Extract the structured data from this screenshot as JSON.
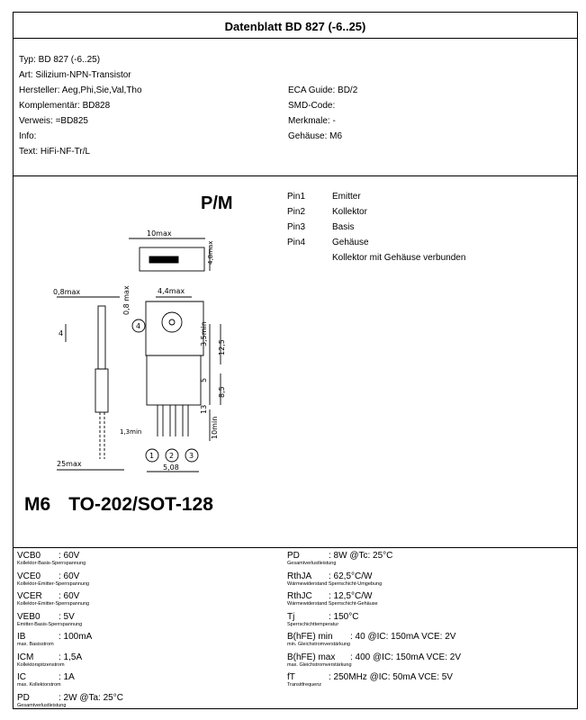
{
  "header": {
    "title": "Datenblatt BD 827 (-6..25)"
  },
  "info_left": [
    "Typ: BD 827 (-6..25)",
    "Art: Silizium-NPN-Transistor",
    "Hersteller:  Aeg,Phi,Sie,Val,Tho",
    "Komplementär:  BD828",
    "Verweis:  =BD825",
    "Info:",
    "Text:  HiFi-NF-Tr/L"
  ],
  "info_right": [
    "ECA Guide:  BD/2",
    "SMD-Code:",
    "Merkmale:  -",
    "Gehäuse:  M6"
  ],
  "pin_title": "P/M",
  "pins": [
    {
      "pin": "Pin1",
      "desc": "Emitter"
    },
    {
      "pin": "Pin2",
      "desc": "Kollektor"
    },
    {
      "pin": "Pin3",
      "desc": "Basis"
    },
    {
      "pin": "Pin4",
      "desc": "Gehäuse"
    },
    {
      "pin": "",
      "desc": "Kollektor mit Gehäuse verbunden"
    }
  ],
  "package": {
    "code": "M6",
    "name": "TO-202/SOT-128"
  },
  "drawing_labels": {
    "w10": "10max",
    "h48": "4,8max",
    "l08": "0,8max",
    "d44": "4,4max",
    "d08": "0,8 max",
    "d4": "4",
    "circ4": "4",
    "d125": "12,5",
    "d35": "3,5min",
    "d5": "5",
    "d85": "8,5",
    "d13": "13",
    "d10": "10min",
    "d13min": "1,3min",
    "d25": "25max",
    "d508": "5,08",
    "c1": "1",
    "c2": "2",
    "c3": "3"
  },
  "params_left": [
    {
      "name": "VCB0",
      "value": ":  60V",
      "desc": "Kollektor-Basis-Sperrspannung"
    },
    {
      "name": "VCE0",
      "value": ":  60V",
      "desc": "Kollektor-Emitter-Sperrspannung"
    },
    {
      "name": "VCER",
      "value": ":  60V",
      "desc": "Kollektor-Emitter-Sperrspannung"
    },
    {
      "name": "VEB0",
      "value": ":  5V",
      "desc": "Emitter-Basis-Sperrspannung"
    },
    {
      "name": "IB",
      "value": ":  100mA",
      "desc": "max. Basisstrom"
    },
    {
      "name": "ICM",
      "value": ":  1,5A",
      "desc": "Kollektorspitzenstrom"
    },
    {
      "name": "IC",
      "value": ":  1A",
      "desc": "max. Kollektorstrom"
    },
    {
      "name": "PD",
      "value": ":  2W  @Ta: 25°C",
      "desc": "Gesamtverlustleistung"
    }
  ],
  "params_right": [
    {
      "name": "PD",
      "value": ":  8W  @Tc: 25°C",
      "desc": "Gesamtverlustleistung"
    },
    {
      "name": "RthJA",
      "value": ":  62,5°C/W",
      "desc": "Wärmewiderstand Sperrschicht-Umgebung"
    },
    {
      "name": "RthJC",
      "value": ":  12,5°C/W",
      "desc": "Wärmewiderstand Sperrschicht-Gehäuse"
    },
    {
      "name": "Tj",
      "value": ":  150°C",
      "desc": "Sperrschichttemperatur"
    },
    {
      "name": "B(hFE) min",
      "value": ":  40 @IC: 150mA VCE: 2V",
      "desc": "min. Gleichstromverstärkung"
    },
    {
      "name": "B(hFE) max",
      "value": ":  400 @IC: 150mA VCE: 2V",
      "desc": "max. Gleichstromverstärkung"
    },
    {
      "name": "fT",
      "value": ":  250MHz @IC: 50mA VCE: 5V",
      "desc": "Transitfrequenz"
    }
  ]
}
